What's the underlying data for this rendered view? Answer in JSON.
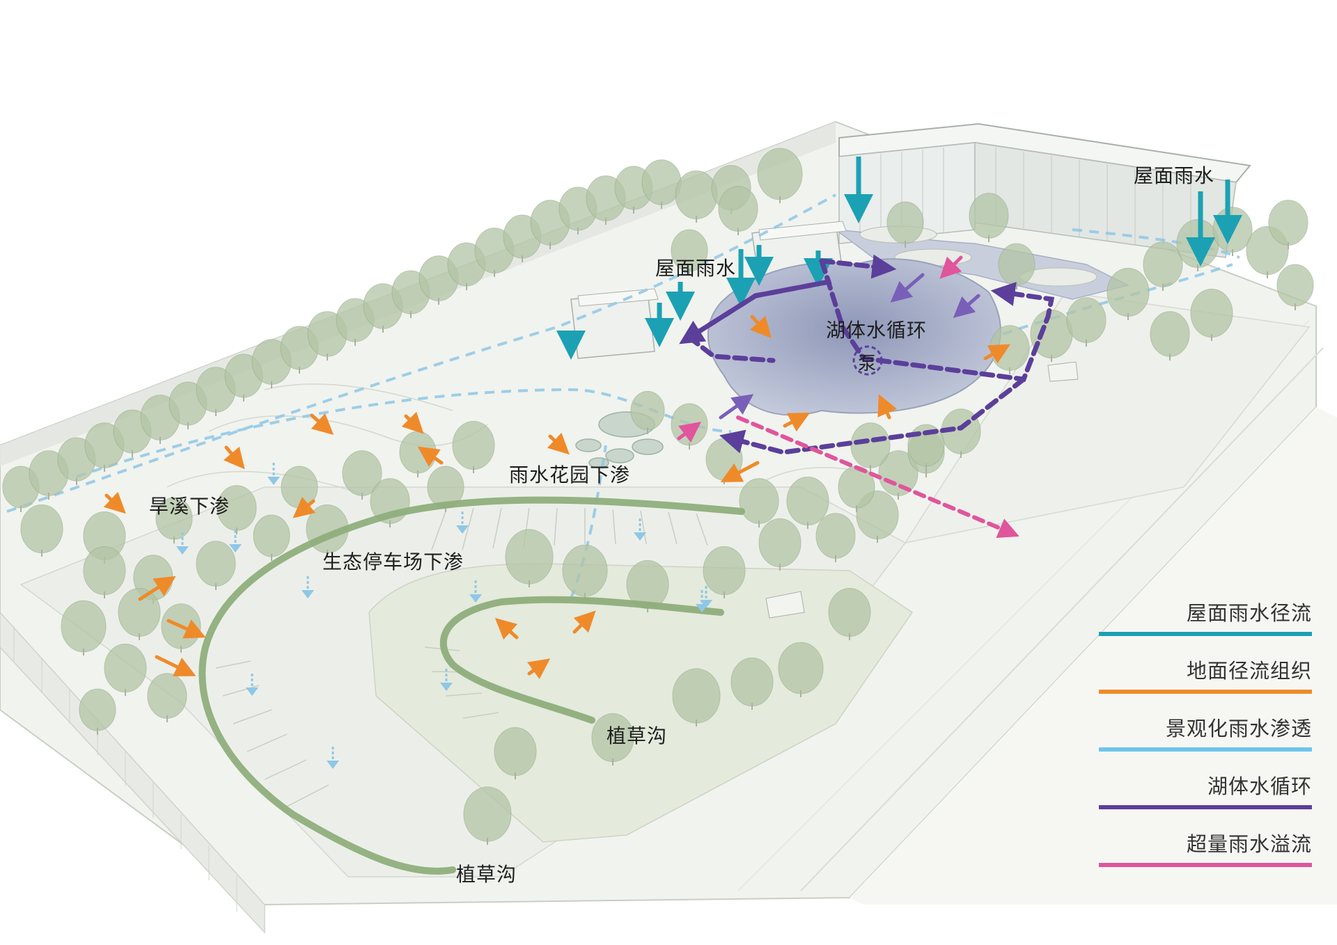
{
  "labels": {
    "roof_rain_right": "屋面雨水",
    "roof_rain_left": "屋面雨水",
    "lake_circulation": "湖体水循环",
    "pump": "泵",
    "rain_garden": "雨水花园下渗",
    "dry_creek": "旱溪下渗",
    "eco_parking": "生态停车场下渗",
    "swale_upper": "植草沟",
    "swale_lower": "植草沟"
  },
  "legend": {
    "items": [
      {
        "label": "屋面雨水径流",
        "color": "#1ba1b3"
      },
      {
        "label": "地面径流组织",
        "color": "#ef8a2a"
      },
      {
        "label": "景观化雨水渗透",
        "color": "#6ec4ea"
      },
      {
        "label": "湖体水循环",
        "color": "#5b3f9a"
      },
      {
        "label": "超量雨水溢流",
        "color": "#e0559c"
      }
    ]
  },
  "colors": {
    "roof_runoff": "#1ba1b3",
    "ground_runoff": "#ef8a2a",
    "infiltration": "#8fc7e6",
    "lake_circulation": "#5b3f9a",
    "overflow": "#e0559c",
    "swale": "#8fae7c",
    "tree": "#b3c5a6",
    "lake": "#a9b2c9"
  }
}
